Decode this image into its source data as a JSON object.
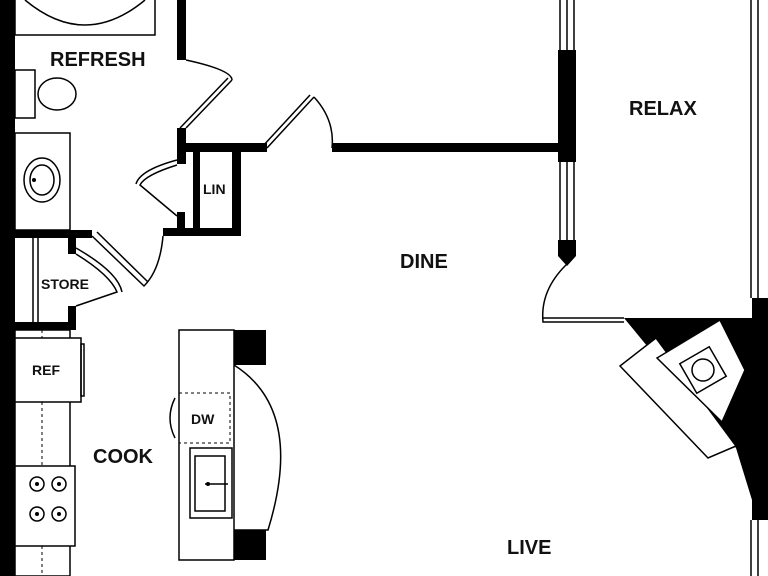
{
  "rooms": {
    "refresh": "REFRESH",
    "relax": "RELAX",
    "lin": "LIN",
    "dine": "DINE",
    "store": "STORE",
    "ref": "REF",
    "dw": "DW",
    "cook": "COOK",
    "live": "LIVE"
  },
  "colors": {
    "wall": "#000000",
    "background": "#ffffff",
    "label": "#111111"
  }
}
